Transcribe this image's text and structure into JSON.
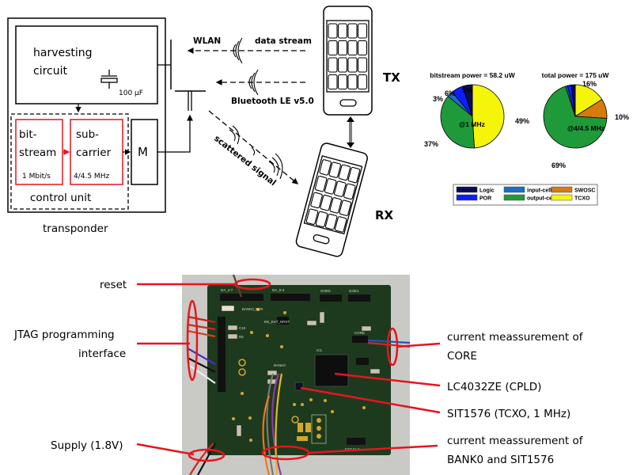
{
  "block_diagram": {
    "harvesting_label_line1": "harvesting",
    "harvesting_label_line2": "circuit",
    "capacitor_value": "100 µF",
    "bitstream_line1": "bit-",
    "bitstream_line2": "stream",
    "bitstream_rate": "1 Mbit/s",
    "subcarrier_line1": "sub-",
    "subcarrier_line2": "carrier",
    "subcarrier_freq": "4/4.5 MHz",
    "modulator_label": "M",
    "control_unit_label": "control unit",
    "transponder_label": "transponder"
  },
  "links": {
    "wlan_label": "WLAN",
    "data_stream_label": "data stream",
    "bluetooth_label": "Bluetooth LE v5.0",
    "scattered_label": "scattered signal"
  },
  "devices": {
    "tx_label": "TX",
    "rx_label": "RX"
  },
  "colors": {
    "logic": "#0a0a5c",
    "por": "#0a1eff",
    "input_cell": "#1a6fc4",
    "output_cell": "#1f9a3a",
    "swosc": "#d97a0c",
    "tcxo": "#f5f50a",
    "annotation_red": "#e8141e",
    "pcb_green": "#1d3a1f"
  },
  "chart_data": [
    {
      "type": "pie",
      "title": "bitstream power = 58.2 uW",
      "annotation": "@1 MHz",
      "slices": [
        {
          "name": "TCXO",
          "value": 49,
          "label": "49%"
        },
        {
          "name": "output-cell",
          "value": 37,
          "label": "37%"
        },
        {
          "name": "input-cell",
          "value": 3,
          "label": "3%"
        },
        {
          "name": "POR",
          "value": 6,
          "label": "6%"
        },
        {
          "name": "Logic",
          "value": 5,
          "label": "5%"
        }
      ]
    },
    {
      "type": "pie",
      "title": "total power = 175 uW",
      "annotation": "@4/4.5 MHz",
      "slices": [
        {
          "name": "TCXO",
          "value": 16,
          "label": "16%"
        },
        {
          "name": "SWOSC",
          "value": 10,
          "label": "10%"
        },
        {
          "name": "output-cell",
          "value": 69,
          "label": "69%"
        },
        {
          "name": "input-cell",
          "value": 1,
          "label": ""
        },
        {
          "name": "POR",
          "value": 2,
          "label": ""
        },
        {
          "name": "Logic",
          "value": 2,
          "label": ""
        }
      ]
    }
  ],
  "legend": [
    {
      "name": "Logic",
      "color_key": "logic"
    },
    {
      "name": "input-cell",
      "color_key": "input_cell"
    },
    {
      "name": "SWOSC",
      "color_key": "swosc"
    },
    {
      "name": "POR",
      "color_key": "por"
    },
    {
      "name": "output-cell",
      "color_key": "output_cell"
    },
    {
      "name": "TCXO",
      "color_key": "tcxo"
    }
  ],
  "pcb_annotations": {
    "reset": "reset",
    "jtag_line1": "JTAG programming",
    "jtag_line2": "interface",
    "supply": "Supply (1.8V)",
    "core_line1": "current meassurement of",
    "core_line2": "CORE",
    "cpld": "LC4032ZE (CPLD)",
    "tcxo": "SIT1576 (TCXO, 1 MHz)",
    "bank_line1": "current meassurement of",
    "bank_line2": "BANK0 and SIT1576"
  },
  "pcb_silkscreen": {
    "da47": "DA_4-7",
    "da03": "DA_0-3",
    "gdeo": "GOE0",
    "gde1": "GOE1",
    "bank0_per": "BANK0_PER",
    "en_ext_nrst": "EN_EXT_NRST",
    "bank0": "BANK0",
    "core": "CORE",
    "ext_clk": "EXT  CLK",
    "c10": "C10",
    "r5": "R5",
    "test": "TEST",
    "ic1": "IC1"
  }
}
